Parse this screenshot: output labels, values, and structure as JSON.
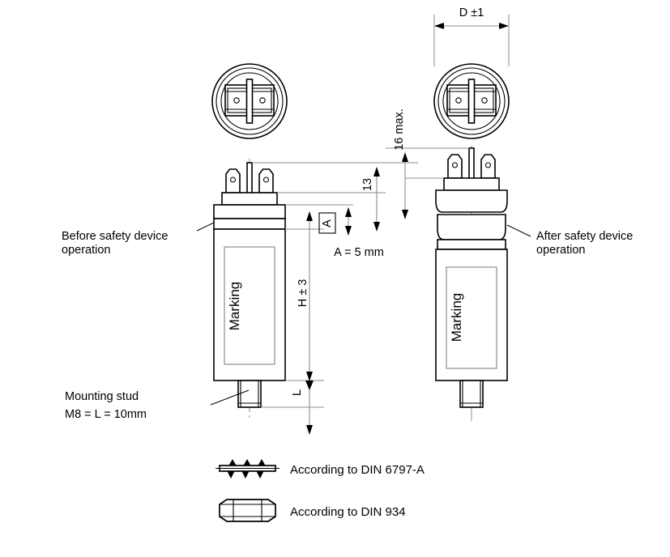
{
  "drawing": {
    "title": "Capacitor outline drawing with safety device",
    "background_color": "#ffffff",
    "line_color": "#000000",
    "dim_line_color": "#8c8c8c"
  },
  "annotations": {
    "before_label_line1": "Before safety device",
    "before_label_line2": "operation",
    "after_label_line1": "After safety device",
    "after_label_line2": "operation",
    "mounting_stud_line1": "Mounting stud",
    "mounting_stud_line2": "M8 = L = 10mm",
    "marking_left": "Marking",
    "marking_right": "Marking"
  },
  "dimensions": {
    "diameter": "D ±1",
    "height": "H ± 3",
    "terminal_height_max": "16 max.",
    "terminal_height": "13",
    "gap_symbol": "A",
    "gap_note": "A = 5 mm",
    "stud_length": "L"
  },
  "legend": [
    {
      "icon": "toothed-lock-washer-icon",
      "label": "According to DIN 6797-A"
    },
    {
      "icon": "hex-nut-icon",
      "label": "According to DIN 934"
    }
  ]
}
